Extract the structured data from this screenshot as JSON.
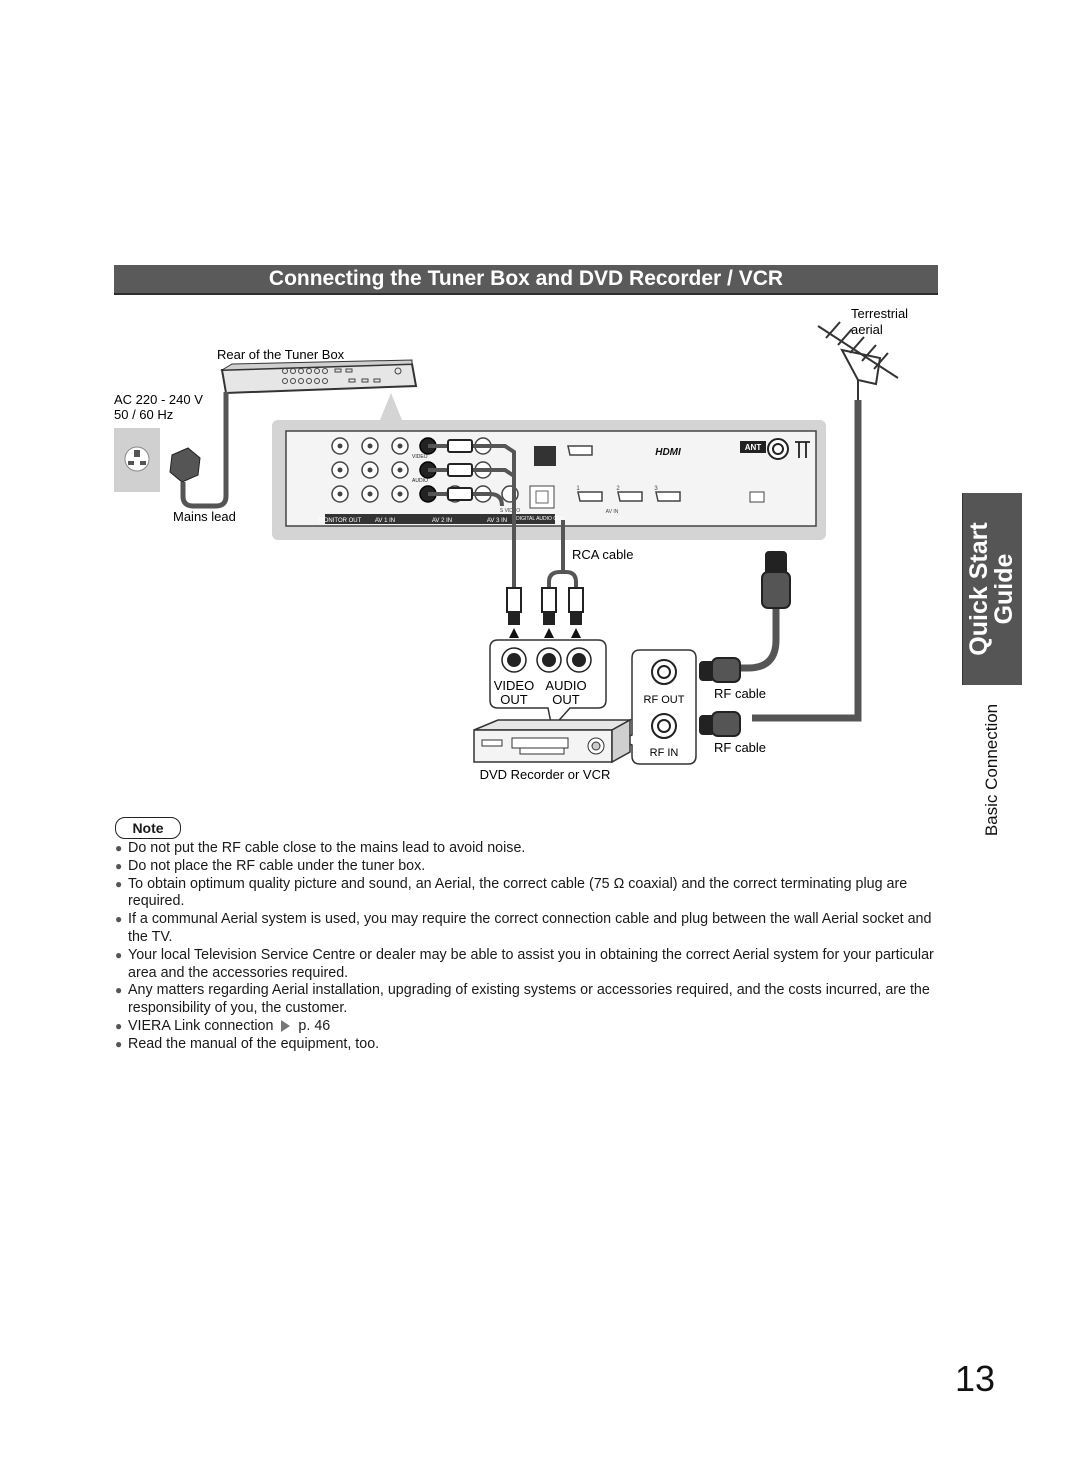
{
  "section_title": "Connecting the Tuner Box and DVD Recorder / VCR",
  "side_tab": {
    "line1": "Quick Start",
    "line2": "Guide",
    "sub": "Basic Connection"
  },
  "diagram": {
    "terrestrial_aerial": [
      "Terrestrial",
      "aerial"
    ],
    "rear_tuner_box": "Rear of the Tuner Box",
    "ac_power": [
      "AC 220 - 240 V",
      "50 / 60 Hz"
    ],
    "mains_lead": "Mains lead",
    "rca_cable": "RCA cable",
    "video_out": [
      "VIDEO",
      "OUT"
    ],
    "audio_out": [
      "AUDIO",
      "OUT"
    ],
    "rf_out": "RF OUT",
    "rf_in": "RF IN",
    "rf_cable_1": "RF cable",
    "rf_cable_2": "RF cable",
    "dvd_recorder": "DVD Recorder or VCR",
    "panel": {
      "ant": "ANT",
      "hdmi": "HDMI",
      "monitor_out": "MONITOR OUT",
      "av1_in": "AV 1 IN",
      "av2_in": "AV 2 IN",
      "av3_in": "AV 3 IN",
      "digital_audio_out": "DIGITAL AUDIO OUT",
      "s_video": "S VIDEO",
      "av_in": "AV IN",
      "video": "VIDEO",
      "audio": "AUDIO",
      "hdmi_ports": [
        "1",
        "2",
        "3"
      ]
    }
  },
  "note_label": "Note",
  "notes": [
    "Do not put the RF cable close to the mains lead to avoid noise.",
    "Do not place the RF cable under the tuner box.",
    "To obtain optimum quality picture and sound, an Aerial, the correct cable (75 Ω coaxial) and the correct terminating plug are required.",
    "If a communal Aerial system is used, you may require the correct connection cable and plug between the wall Aerial socket and the TV.",
    "Your local Television Service Centre or dealer may be able to assist you in obtaining the correct Aerial system for your particular area and the accessories required.",
    "Any matters regarding Aerial installation, upgrading of existing systems or accessories required, and the costs incurred, are the responsibility of you, the customer."
  ],
  "viera_note": {
    "text": "VIERA Link connection",
    "page": "p. 46"
  },
  "last_note": "Read the manual of the equipment, too.",
  "page_number": "13",
  "colors": {
    "title_bar": "#5a5a5a",
    "side_tab": "#555555",
    "panel": "#d4d4d4",
    "cable": "#555555"
  }
}
